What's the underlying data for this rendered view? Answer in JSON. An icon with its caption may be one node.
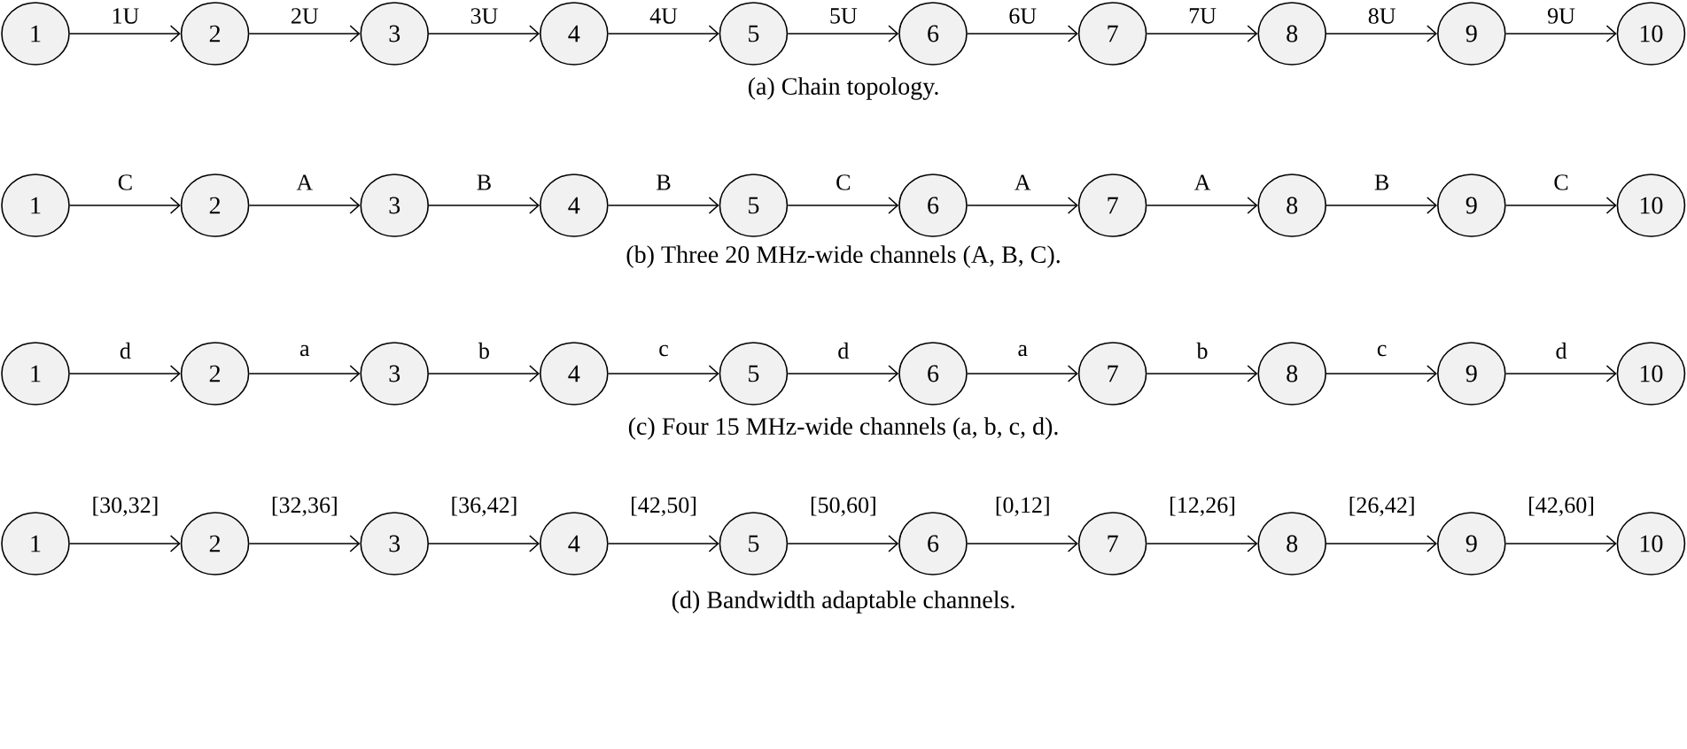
{
  "diagram": {
    "nodes": [
      {
        "text": [
          "1"
        ]
      },
      {
        "text": [
          "2"
        ]
      },
      {
        "text": [
          "3"
        ]
      },
      {
        "text": [
          "4"
        ]
      },
      {
        "text": [
          "5"
        ]
      },
      {
        "text": [
          "6"
        ]
      },
      {
        "text": [
          "7"
        ]
      },
      {
        "text": [
          "8"
        ]
      },
      {
        "text": [
          "9"
        ]
      },
      {
        "text": [
          "10"
        ]
      },
      {
        "text": [
          "1"
        ]
      },
      {
        "text": [
          "2"
        ]
      },
      {
        "text": [
          "3"
        ]
      },
      {
        "text": [
          "4"
        ]
      },
      {
        "text": [
          "5"
        ]
      },
      {
        "text": [
          "6"
        ]
      },
      {
        "text": [
          "7"
        ]
      },
      {
        "text": [
          "8"
        ]
      },
      {
        "text": [
          "9"
        ]
      },
      {
        "text": [
          "10"
        ]
      },
      {
        "text": [
          "1"
        ]
      },
      {
        "text": [
          "2"
        ]
      },
      {
        "text": [
          "3"
        ]
      },
      {
        "text": [
          "4"
        ]
      },
      {
        "text": [
          "5"
        ]
      },
      {
        "text": [
          "6"
        ]
      },
      {
        "text": [
          "7"
        ]
      },
      {
        "text": [
          "8"
        ]
      },
      {
        "text": [
          "9"
        ]
      },
      {
        "text": [
          "10"
        ]
      },
      {
        "text": [
          "1"
        ]
      },
      {
        "text": [
          "2"
        ]
      },
      {
        "text": [
          "3"
        ]
      },
      {
        "text": [
          "4"
        ]
      },
      {
        "text": [
          "5"
        ]
      },
      {
        "text": [
          "6"
        ]
      },
      {
        "text": [
          "7"
        ]
      },
      {
        "text": [
          "8"
        ]
      },
      {
        "text": [
          "9"
        ]
      },
      {
        "text": [
          "10"
        ]
      }
    ],
    "edges": [
      {
        "from": 0,
        "to": 1,
        "arrow": "to",
        "label": "1U"
      },
      {
        "from": 1,
        "to": 2,
        "arrow": "to",
        "label": "2U"
      },
      {
        "from": 2,
        "to": 3,
        "arrow": "to",
        "label": "3U"
      },
      {
        "from": 3,
        "to": 4,
        "arrow": "to",
        "label": "4U"
      },
      {
        "from": 4,
        "to": 5,
        "arrow": "to",
        "label": "5U"
      },
      {
        "from": 5,
        "to": 6,
        "arrow": "to",
        "label": "6U"
      },
      {
        "from": 6,
        "to": 7,
        "arrow": "to",
        "label": "7U"
      },
      {
        "from": 7,
        "to": 8,
        "arrow": "to",
        "label": "8U"
      },
      {
        "from": 8,
        "to": 9,
        "arrow": "to",
        "label": "9U"
      },
      {
        "from": 10,
        "to": 11,
        "arrow": "to",
        "label": "C"
      },
      {
        "from": 11,
        "to": 12,
        "arrow": "to",
        "label": "A"
      },
      {
        "from": 12,
        "to": 13,
        "arrow": "to",
        "label": "B"
      },
      {
        "from": 13,
        "to": 14,
        "arrow": "to",
        "label": "B"
      },
      {
        "from": 14,
        "to": 15,
        "arrow": "to",
        "label": "C"
      },
      {
        "from": 15,
        "to": 16,
        "arrow": "to",
        "label": "A"
      },
      {
        "from": 16,
        "to": 17,
        "arrow": "to",
        "label": "A"
      },
      {
        "from": 17,
        "to": 18,
        "arrow": "to",
        "label": "B"
      },
      {
        "from": 18,
        "to": 19,
        "arrow": "to",
        "label": "C"
      },
      {
        "from": 20,
        "to": 21,
        "arrow": "to",
        "label": "d"
      },
      {
        "from": 21,
        "to": 22,
        "arrow": "to",
        "label": "a"
      },
      {
        "from": 22,
        "to": 23,
        "arrow": "to",
        "label": "b"
      },
      {
        "from": 23,
        "to": 24,
        "arrow": "to",
        "label": "c"
      },
      {
        "from": 24,
        "to": 25,
        "arrow": "to",
        "label": "d"
      },
      {
        "from": 25,
        "to": 26,
        "arrow": "to",
        "label": "a"
      },
      {
        "from": 26,
        "to": 27,
        "arrow": "to",
        "label": "b"
      },
      {
        "from": 27,
        "to": 28,
        "arrow": "to",
        "label": "c"
      },
      {
        "from": 28,
        "to": 29,
        "arrow": "to",
        "label": "d"
      },
      {
        "from": 30,
        "to": 31,
        "arrow": "to",
        "label": "[30,32]"
      },
      {
        "from": 31,
        "to": 32,
        "arrow": "to",
        "label": "[32,36]"
      },
      {
        "from": 32,
        "to": 33,
        "arrow": "to",
        "label": "[36,42]"
      },
      {
        "from": 33,
        "to": 34,
        "arrow": "to",
        "label": "[42,50]"
      },
      {
        "from": 34,
        "to": 35,
        "arrow": "to",
        "label": "[50,60]"
      },
      {
        "from": 35,
        "to": 36,
        "arrow": "to",
        "label": "[0,12]"
      },
      {
        "from": 36,
        "to": 37,
        "arrow": "to",
        "label": "[12,26]"
      },
      {
        "from": 37,
        "to": 38,
        "arrow": "to",
        "label": "[26,42]"
      },
      {
        "from": 38,
        "to": 39,
        "arrow": "to",
        "label": "[42,60]"
      }
    ],
    "labels": [
      "(a) Chain topology.",
      "(b) Three 20 MHz-wide channels (A, B, C).",
      "(c) Four 15 MHz-wide channels (a, b, c, d).",
      "(d) Bandwidth adaptable channels."
    ]
  }
}
